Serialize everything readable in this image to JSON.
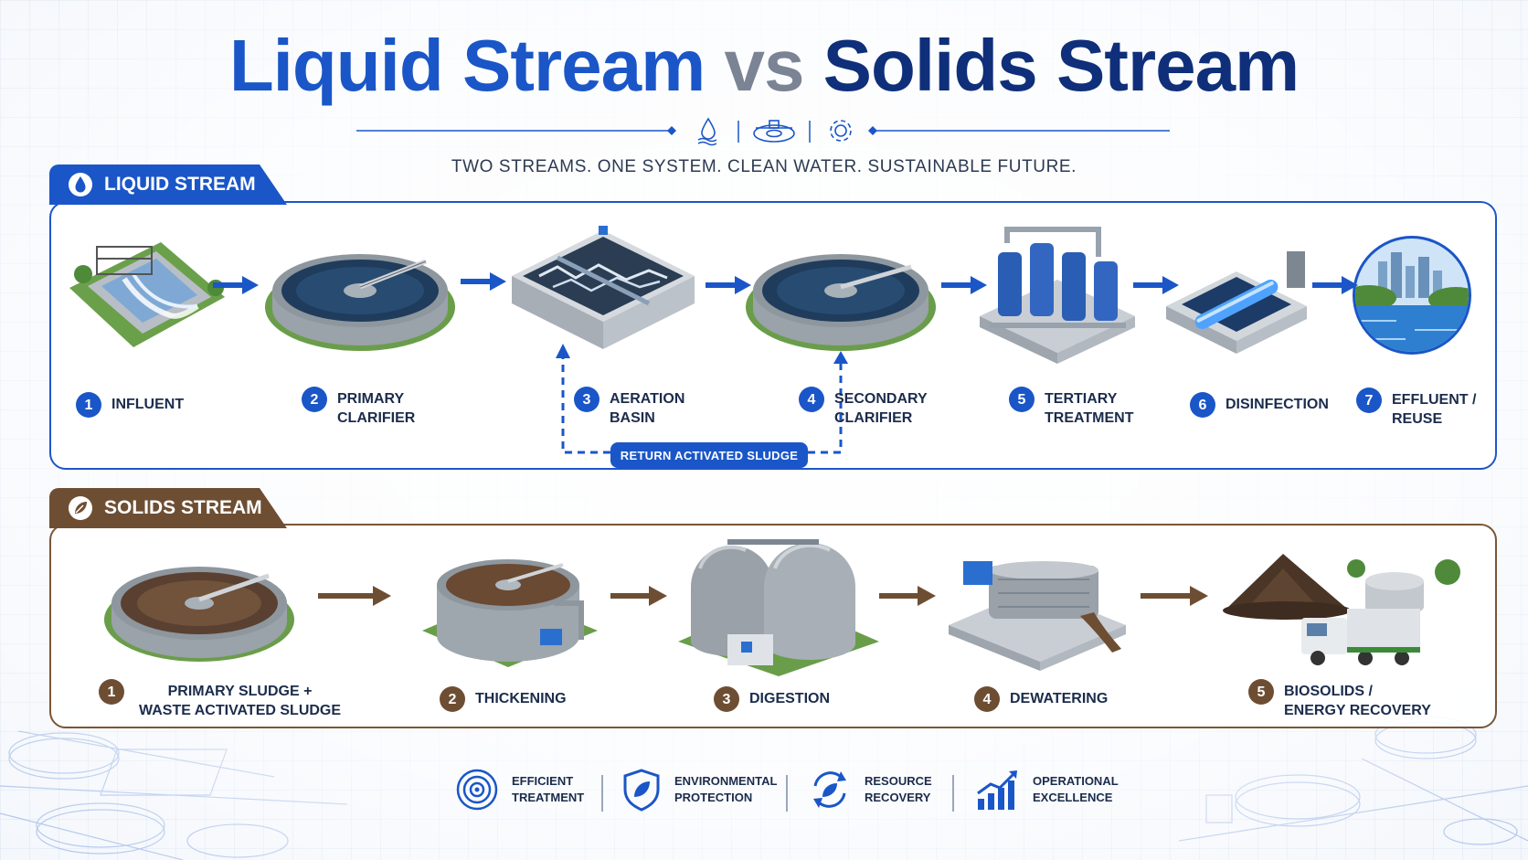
{
  "title": {
    "part1": "Liquid Stream",
    "part2": "vs",
    "part3": "Solids Stream"
  },
  "tagline": "TWO STREAMS. ONE SYSTEM. CLEAN WATER. SUSTAINABLE FUTURE.",
  "liquid": {
    "tab_label": "LIQUID STREAM",
    "stages": [
      {
        "num": "1",
        "label": "INFLUENT"
      },
      {
        "num": "2",
        "label": "PRIMARY\nCLARIFIER"
      },
      {
        "num": "3",
        "label": "AERATION\nBASIN"
      },
      {
        "num": "4",
        "label": "SECONDARY\nCLARIFIER"
      },
      {
        "num": "5",
        "label": "TERTIARY\nTREATMENT"
      },
      {
        "num": "6",
        "label": "DISINFECTION"
      },
      {
        "num": "7",
        "label": "EFFLUENT /\nREUSE"
      }
    ],
    "return_label": "RETURN ACTIVATED SLUDGE"
  },
  "solids": {
    "tab_label": "SOLIDS STREAM",
    "stages": [
      {
        "num": "1",
        "label": "PRIMARY SLUDGE +\nWASTE ACTIVATED SLUDGE"
      },
      {
        "num": "2",
        "label": "THICKENING"
      },
      {
        "num": "3",
        "label": "DIGESTION"
      },
      {
        "num": "4",
        "label": "DEWATERING"
      },
      {
        "num": "5",
        "label": "BIOSOLIDS /\nENERGY RECOVERY"
      }
    ]
  },
  "footer": [
    {
      "label": "EFFICIENT\nTREATMENT",
      "icon": "target-icon"
    },
    {
      "label": "ENVIRONMENTAL\nPROTECTION",
      "icon": "shield-leaf-icon"
    },
    {
      "label": "RESOURCE\nRECOVERY",
      "icon": "recycle-leaf-icon"
    },
    {
      "label": "OPERATIONAL\nEXCELLENCE",
      "icon": "growth-chart-icon"
    }
  ],
  "colors": {
    "liquid_blue": "#1a56c7",
    "title_dark_blue": "#0f2f7a",
    "solids_brown": "#6e4e33",
    "text_dark": "#1b2c4c"
  }
}
